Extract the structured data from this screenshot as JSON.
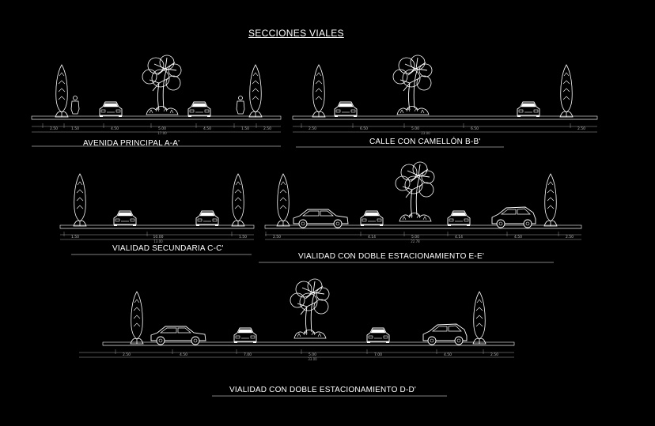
{
  "title": "SECCIONES VIALES",
  "sections": [
    {
      "id": "a",
      "label": "AVENIDA PRINCIPAL A-A'",
      "dims": [
        "2.50",
        "1.50",
        "4.50",
        "5.00",
        "4.50",
        "1.50",
        "2.50"
      ],
      "total": "17.00"
    },
    {
      "id": "b",
      "label": "CALLE CON CAMELLÓN B-B'",
      "dims": [
        "2.50",
        "6.50",
        "5.00",
        "6.50",
        "2.50"
      ],
      "total": "23.00"
    },
    {
      "id": "c",
      "label": "VIALIDAD SECUNDARIA C-C'",
      "dims": [
        "1.50",
        "10.00",
        "1.50"
      ],
      "total": "13.00"
    },
    {
      "id": "e",
      "label": "VIALIDAD CON DOBLE ESTACIONAMIENTO E-E'",
      "dims": [
        "2.50",
        "4.14",
        "5.00",
        "4.14",
        "4.50",
        "2.50"
      ],
      "total": "22.78"
    },
    {
      "id": "d",
      "label": "VIALIDAD CON DOBLE ESTACIONAMIENTO D-D'",
      "dims": [
        "2.50",
        "4.50",
        "7.00",
        "5.00",
        "7.00",
        "4.50",
        "2.50"
      ],
      "total": "33.00"
    }
  ]
}
